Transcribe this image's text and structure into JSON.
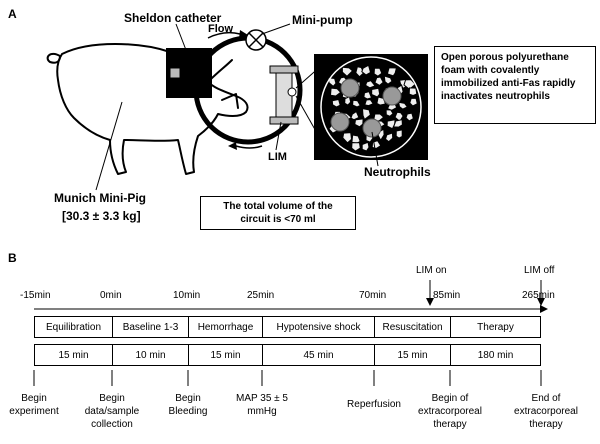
{
  "panel_a": {
    "label": "A",
    "catheter": "Sheldon catheter",
    "pump": "Mini-pump",
    "flow": "Flow",
    "device": "LIM",
    "cells": "Neutrophils",
    "foam_note": "Open porous polyurethane foam with covalently immobilized anti-Fas rapidly inactivates neutrophils",
    "animal": "Munich Mini-Pig",
    "weight": "[30.3 ± 3.3 kg]",
    "volume_note": "The total volume of the circuit is <70 ml"
  },
  "panel_b": {
    "label": "B",
    "markers": [
      "LIM on",
      "LIM off"
    ],
    "times": [
      "-15min",
      "0min",
      "10min",
      "25min",
      "70min",
      "85min",
      "265min"
    ],
    "phases": [
      "Equilibration",
      "Baseline 1-3",
      "Hemorrhage",
      "Hypotensive shock",
      "Resuscitation",
      "Therapy"
    ],
    "durations": [
      "15 min",
      "10 min",
      "15 min",
      "45 min",
      "15 min",
      "180 min"
    ],
    "events": [
      "Begin\nexperiment",
      "Begin\ndata/sample\ncollection",
      "Begin\nBleeding",
      "MAP 35 ± 5\nmmHg",
      "Reperfusion",
      "Begin of\nextracorporeal\ntherapy",
      "End of\nextracorporeal\ntherapy"
    ]
  }
}
